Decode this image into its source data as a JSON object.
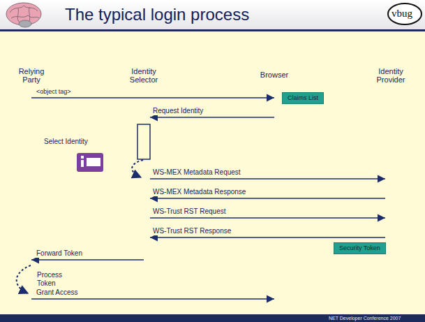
{
  "diagram": {
    "title": "The typical login process",
    "nodes": [
      {
        "text": [
          "Relying Party"
        ]
      },
      {
        "text": [
          "Identity Selector"
        ]
      },
      {
        "text": [
          "Browser"
        ]
      },
      {
        "text": [
          "Identity Provider"
        ]
      },
      {
        "text": [
          "Claims List"
        ]
      },
      {
        "text": [
          "Security Token"
        ]
      }
    ],
    "edges": [
      {
        "from": 0,
        "to": 2,
        "label": "<object tag>",
        "arrow": "to"
      },
      {
        "from": 2,
        "to": 1,
        "label": "Request Identity",
        "arrow": "to"
      },
      {
        "from": 1,
        "to": 3,
        "label": "WS-MEX Metadata Request",
        "arrow": "to"
      },
      {
        "from": 3,
        "to": 1,
        "label": "WS-MEX Metadata Response",
        "arrow": "to"
      },
      {
        "from": 1,
        "to": 3,
        "label": "WS-Trust RST Request",
        "arrow": "to"
      },
      {
        "from": 3,
        "to": 1,
        "label": "WS-Trust RST Response",
        "arrow": "to"
      },
      {
        "from": 1,
        "to": 0,
        "label": "Forward Token",
        "arrow": "to"
      },
      {
        "from": 0,
        "to": 2,
        "label": "Grant Access",
        "arrow": "to"
      }
    ],
    "labels": [
      "vbug",
      "Select Identity",
      "Process Token",
      "NET Developer Conference 2007"
    ]
  }
}
